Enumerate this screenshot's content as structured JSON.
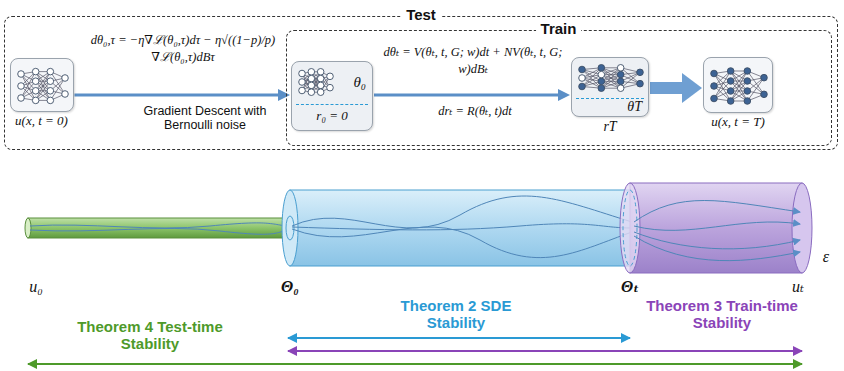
{
  "diagram": {
    "nodes": [
      {
        "text": [
          "Test"
        ]
      },
      {
        "text": [
          "Train"
        ],
        "in": 0
      },
      {
        "text": [
          "u(x, t = 0)"
        ],
        "in": 0
      },
      {
        "text": [
          "θ₀",
          "r₀ = 0"
        ],
        "in": 1
      },
      {
        "text": [
          "θT",
          "rT"
        ],
        "in": 1
      },
      {
        "text": [
          "u(x, t = T)"
        ],
        "in": 1
      }
    ],
    "edges": [
      {
        "from": 2,
        "to": 3,
        "arrow": "to",
        "label": "dθ₀,τ = −η∇ℒ(θ₀,τ)dτ − η√((1−p)/p) ∇ℒ(θ₀,τ)dBτ"
      },
      {
        "from": 3,
        "to": 4,
        "arrow": "to",
        "label": "dθₜ = V(θₜ, t, G; w)dt + NV(θₜ, t, G; w)dBₜ"
      },
      {
        "from": 4,
        "to": 5,
        "arrow": "to"
      }
    ],
    "labels": [
      "Gradient Descent with Bernoulli noise",
      "drₜ = R(θₜ, t)dt",
      "u₀",
      "Θ₀",
      "Θₜ",
      "uₜ",
      "ε",
      "Theorem 4 Test-time Stability",
      "Theorem 2 SDE Stability",
      "Theorem 3 Train-time Stability"
    ]
  }
}
